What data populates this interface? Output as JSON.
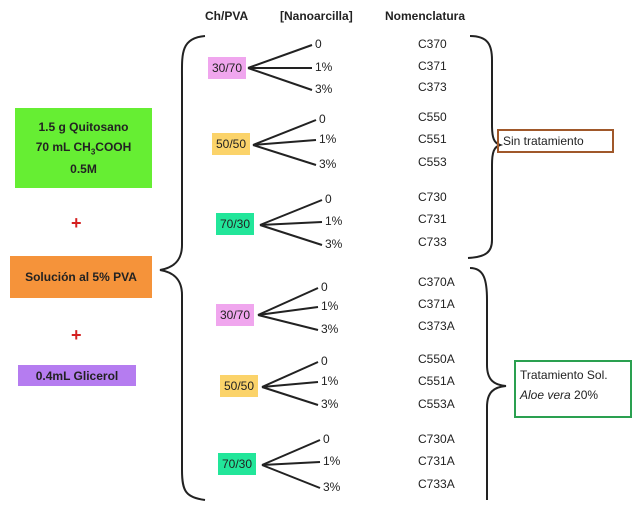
{
  "headers": {
    "ratio": "Ch/PVA",
    "clay": "[Nanoarcilla]",
    "nomenclature": "Nomenclatura"
  },
  "ingredients": {
    "chitosan": {
      "line1": "1.5 g Quitosano",
      "line2_pre": "70 mL CH",
      "line2_sub": "3",
      "line2_post": "COOH",
      "line3": "0.5M",
      "color": "#66ee33"
    },
    "plus1": "+",
    "pva": {
      "label": "Solución al 5% PVA",
      "color": "#f5933a"
    },
    "plus2": "+",
    "glycerol": {
      "label": "0.4mL Glicerol",
      "color": "#b57cf0"
    }
  },
  "groups": [
    {
      "ratio": "30/70",
      "color": "#f0a6ee",
      "levels": [
        "0",
        "1%",
        "3%"
      ],
      "codes": [
        "C370",
        "C371",
        "C373"
      ]
    },
    {
      "ratio": "50/50",
      "color": "#fbd36a",
      "levels": [
        "0",
        "1%",
        "3%"
      ],
      "codes": [
        "C550",
        "C551",
        "C553"
      ]
    },
    {
      "ratio": "70/30",
      "color": "#22e69a",
      "levels": [
        "0",
        "1%",
        "3%"
      ],
      "codes": [
        "C730",
        "C731",
        "C733"
      ]
    },
    {
      "ratio": "30/70",
      "color": "#f0a6ee",
      "levels": [
        "0",
        "1%",
        "3%"
      ],
      "codes": [
        "C370A",
        "C371A",
        "C373A"
      ]
    },
    {
      "ratio": "50/50",
      "color": "#fbd36a",
      "levels": [
        "0",
        "1%",
        "3%"
      ],
      "codes": [
        "C550A",
        "C551A",
        "C553A"
      ]
    },
    {
      "ratio": "70/30",
      "color": "#22e69a",
      "levels": [
        "0",
        "1%",
        "3%"
      ],
      "codes": [
        "C730A",
        "C731A",
        "C733A"
      ]
    }
  ],
  "treatments": {
    "none": {
      "label": "Sin tratamiento",
      "border": "#a0582a"
    },
    "aloe": {
      "line1": "Tratamiento Sol.",
      "line2_italic": "Aloe vera",
      "line2_rest": " 20%",
      "border": "#2aa050"
    }
  }
}
